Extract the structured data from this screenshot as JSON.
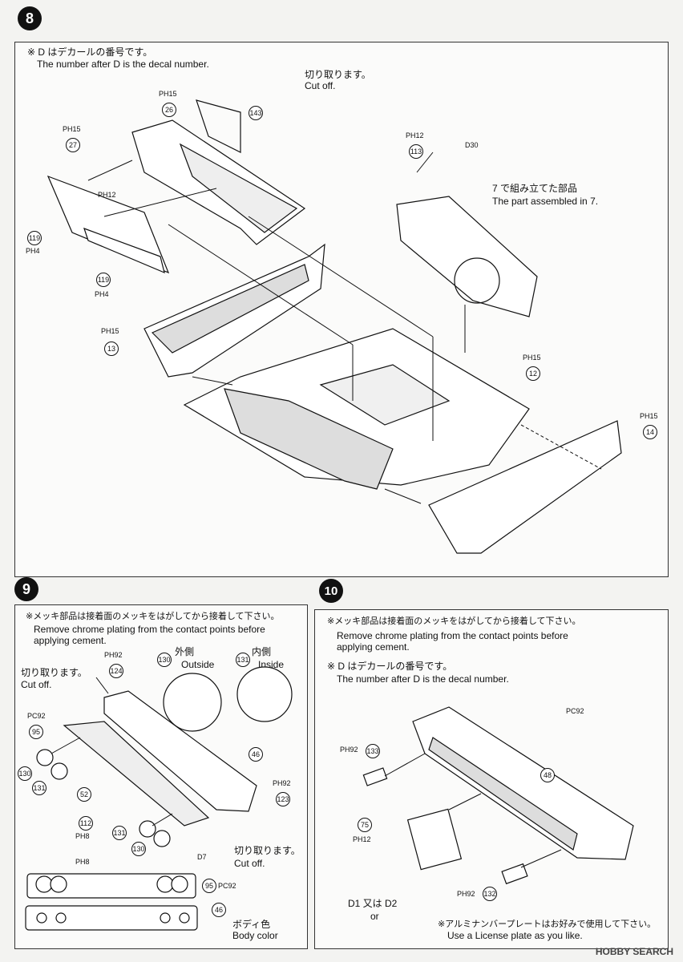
{
  "step8": {
    "number": "8",
    "note_jp": "※ D はデカールの番号です。",
    "note_en": "The number after D is the decal number.",
    "cut_jp": "切り取ります。",
    "cut_en": "Cut off.",
    "assembled_jp": "7 で組み立てた部品",
    "assembled_en": "The part assembled in 7.",
    "parts": [
      "26",
      "27",
      "143",
      "113",
      "119",
      "119",
      "13",
      "12",
      "14"
    ],
    "labels": [
      "PH15",
      "PH15",
      "PH12",
      "PH12",
      "PH4",
      "PH4",
      "PH15",
      "PH15",
      "PH15",
      "D30"
    ]
  },
  "step9": {
    "number": "9",
    "note_jp": "※メッキ部品は接着面のメッキをはがしてから接着して下さい。",
    "note_en1": "Remove chrome plating from the contact points before",
    "note_en2": "applying cement.",
    "cut_jp": "切り取ります。",
    "cut_en": "Cut off.",
    "outside_jp": "外側",
    "outside_en": "Outside",
    "inside_jp": "内側",
    "inside_en": "Inside",
    "body_jp": "ボディ色",
    "body_en": "Body color",
    "parts": [
      "130",
      "131",
      "124",
      "95",
      "130",
      "131",
      "46",
      "52",
      "123",
      "112",
      "131",
      "130",
      "95",
      "46"
    ],
    "labels": [
      "PH92",
      "PC92",
      "PH92",
      "PH8",
      "D7",
      "PH8",
      "PC92"
    ]
  },
  "step10": {
    "number": "10",
    "note_jp": "※メッキ部品は接着面のメッキをはがしてから接着して下さい。",
    "note_en1": "Remove chrome plating from the contact points before",
    "note_en2": "applying cement.",
    "decal_jp": "※ D はデカールの番号です。",
    "decal_en": "The number after D is the decal number.",
    "or_jp": "D1 又は D2",
    "or_en": "or",
    "plate_jp": "※アルミナンバープレートはお好みで使用して下さい。",
    "plate_en": "Use a License plate as you like.",
    "parts": [
      "133",
      "48",
      "75",
      "132"
    ],
    "labels": [
      "PC92",
      "PH92",
      "PH12",
      "PH92"
    ]
  },
  "watermark": "HOBBY SEARCH"
}
